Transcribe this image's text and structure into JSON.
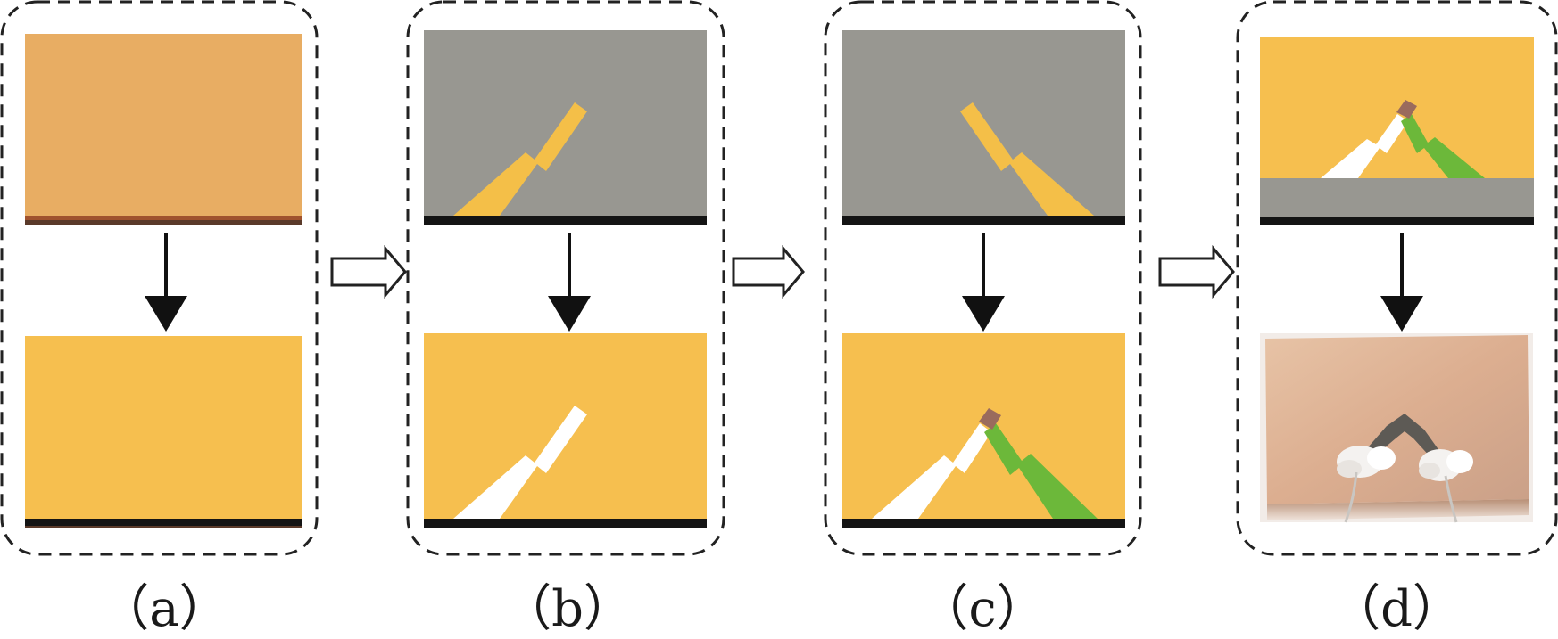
{
  "panels": [
    {
      "label": "（a）"
    },
    {
      "label": "（b）"
    },
    {
      "label": "（c）"
    },
    {
      "label": "（d）"
    }
  ],
  "colors": {
    "border_dash": "#222222",
    "arrow": "#111111",
    "copper_dull": "#e8ad63",
    "copper": "#f6bf4f",
    "mask_gray": "#989791",
    "tape_yellow": "#f4bf48",
    "white_trace": "#ffffff",
    "green_trace": "#6cb83a",
    "junction_brown": "#9a6b5d",
    "substrate_black": "#141414",
    "board_tan": "#e2b79a"
  }
}
